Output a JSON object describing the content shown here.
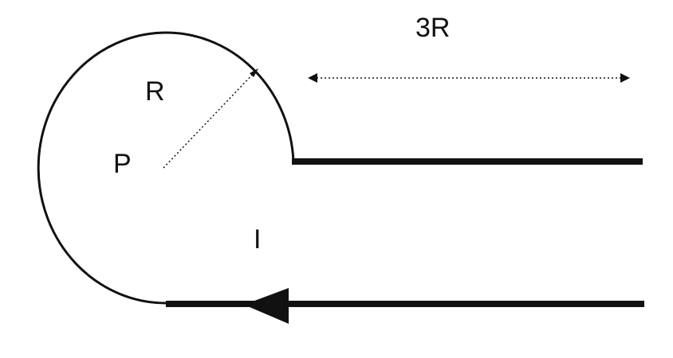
{
  "diagram": {
    "labels": {
      "radius": "R",
      "point": "P",
      "current": "I",
      "distance": "3R"
    },
    "colors": {
      "stroke": "#111111",
      "background": "#ffffff"
    }
  }
}
